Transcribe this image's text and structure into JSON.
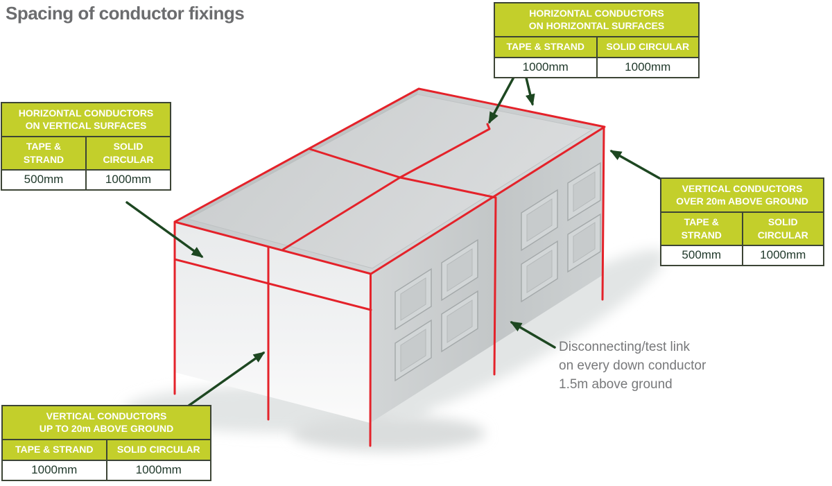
{
  "title": "Spacing of conductor fixings",
  "colors": {
    "green": "#c3cf2b",
    "dark-green": "#1d4721",
    "red": "#e4222a",
    "border-dark": "#3c4435",
    "value-text": "#20392b"
  },
  "callouts": {
    "top": {
      "title": "HORIZONTAL CONDUCTORS\nON HORIZONTAL SURFACES",
      "columns": [
        "TAPE & STRAND",
        "SOLID CIRCULAR"
      ],
      "values": [
        "1000mm",
        "1000mm"
      ]
    },
    "left": {
      "title": "HORIZONTAL CONDUCTORS\nON VERTICAL SURFACES",
      "columns": [
        "TAPE &\nSTRAND",
        "SOLID\nCIRCULAR"
      ],
      "values": [
        "500mm",
        "1000mm"
      ]
    },
    "right": {
      "title": "VERTICAL CONDUCTORS\nOVER 20m ABOVE GROUND",
      "columns": [
        "TAPE &\nSTRAND",
        "SOLID\nCIRCULAR"
      ],
      "values": [
        "500mm",
        "1000mm"
      ]
    },
    "bottom": {
      "title": "VERTICAL CONDUCTORS\nUP TO 20m ABOVE GROUND",
      "columns": [
        "TAPE & STRAND",
        "SOLID CIRCULAR"
      ],
      "values": [
        "1000mm",
        "1000mm"
      ]
    }
  },
  "note": "Disconnecting/test link\non every down conductor\n1.5m above ground"
}
